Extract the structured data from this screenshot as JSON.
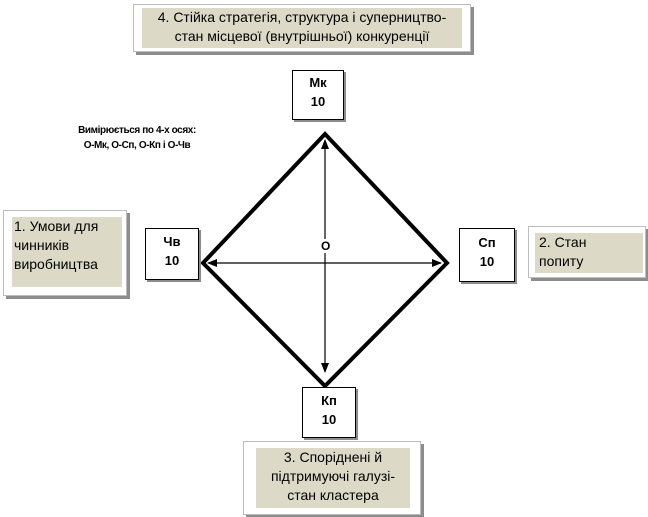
{
  "factors": {
    "strategy": {
      "line1": "4. Стійка стратегія, структура і суперництво-",
      "line2": "стан місцевої (внутрішньої)  конкуренції"
    },
    "factor_conditions": {
      "line1": "1. Умови для",
      "line2": "чинників",
      "line3": "виробництва"
    },
    "demand": {
      "line1": "2. Стан",
      "line2": "попиту"
    },
    "related": {
      "line1": "3. Споріднені й",
      "line2": "підтримуючі галузі-",
      "line3": "стан кластера"
    }
  },
  "axes": {
    "mk": {
      "label": "Мк",
      "value": "10"
    },
    "chv": {
      "label": "Чв",
      "value": "10"
    },
    "sp": {
      "label": "Сп",
      "value": "10"
    },
    "kp": {
      "label": "Кп",
      "value": "10"
    }
  },
  "center": "О",
  "note": {
    "line1": "Вимірюється по 4-х осях:",
    "line2": "О-Мк, О-Сп, О-Кп і О-Чв"
  }
}
